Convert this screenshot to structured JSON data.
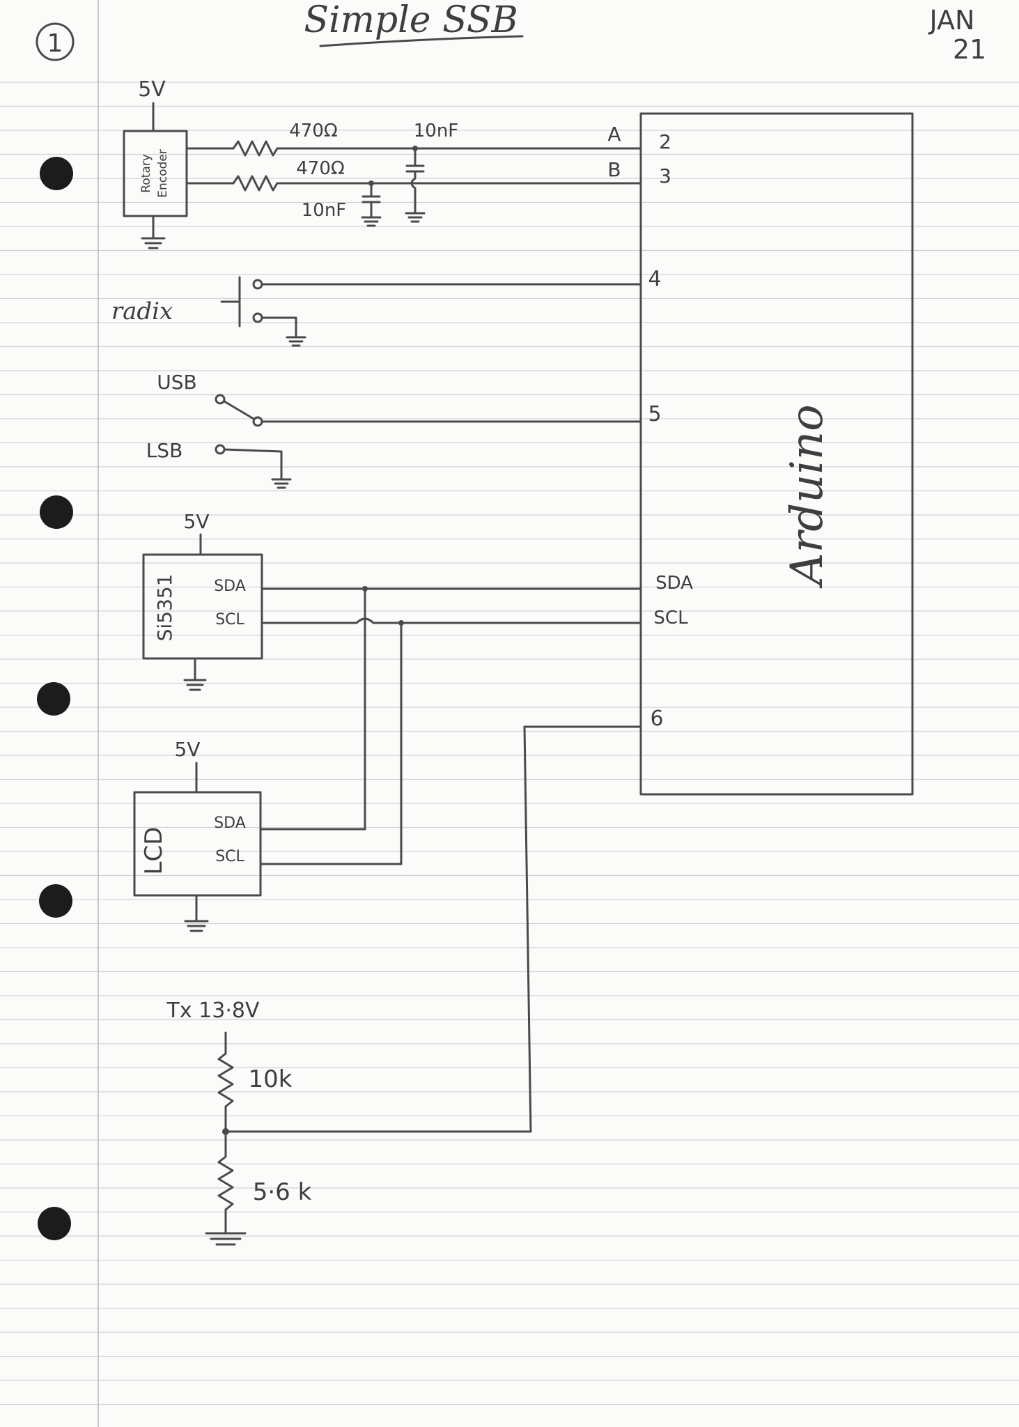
{
  "sheet": {
    "page_number": "1",
    "title": "Simple SSB",
    "date_month": "JAN",
    "date_year": "21"
  },
  "encoder": {
    "supply": "5V",
    "label_line1": "Rotary",
    "label_line2": "Encoder",
    "resistor_a": "470Ω",
    "resistor_b": "470Ω",
    "cap_a": "10nF",
    "cap_b": "10nF",
    "line_a": "A",
    "line_b": "B"
  },
  "radix": {
    "label": "radix"
  },
  "sideband": {
    "usb": "USB",
    "lsb": "LSB"
  },
  "si5351": {
    "supply": "5V",
    "name": "Si5351",
    "sda": "SDA",
    "scl": "SCL"
  },
  "lcd": {
    "supply": "5V",
    "name": "LCD",
    "sda": "SDA",
    "scl": "SCL"
  },
  "tx": {
    "supply": "Tx 13·8V",
    "r_top": "10k",
    "r_bottom": "5·6 k"
  },
  "arduino": {
    "name": "Arduino",
    "pin2": "2",
    "pin3": "3",
    "pin4": "4",
    "pin5": "5",
    "sda": "SDA",
    "scl": "SCL",
    "pin6": "6"
  }
}
